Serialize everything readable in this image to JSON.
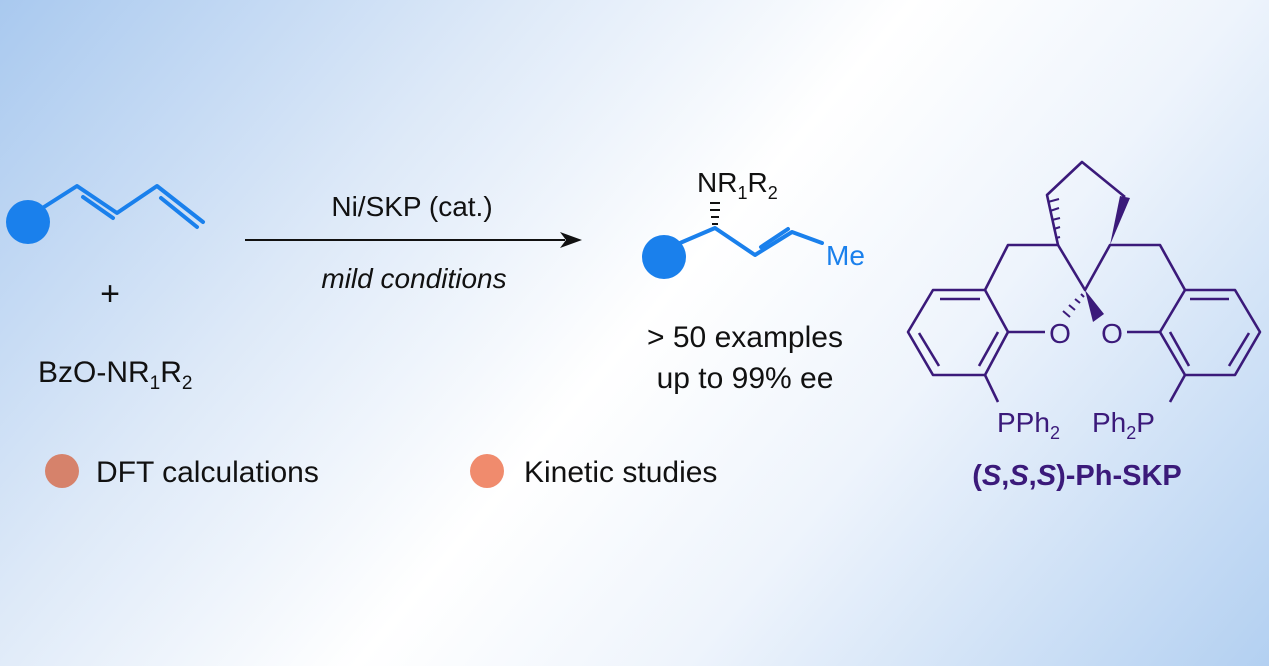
{
  "reaction": {
    "reagent_label": "BzO-NR1R2",
    "reagent_parts": {
      "main": "BzO-NR",
      "sub1": "1",
      "r": "R",
      "sub2": "2"
    },
    "plus": "+",
    "catalyst": "Ni/SKP (cat.)",
    "conditions": "mild conditions",
    "product_amine": {
      "main": "NR",
      "sub1": "1",
      "r": "R",
      "sub2": "2"
    },
    "product_methyl": "Me",
    "examples": "> 50 examples",
    "ee": "up to 99% ee"
  },
  "legend": [
    {
      "label": "DFT calculations",
      "color": "#d6826b"
    },
    {
      "label": "Kinetic studies",
      "color": "#f08b6d"
    }
  ],
  "ligand": {
    "oxygen": "O",
    "left_p": {
      "main": "PPh",
      "sub": "2"
    },
    "right_p": {
      "main": "Ph",
      "sub": "2",
      "tail": "P"
    },
    "name_parts": {
      "open": "(",
      "s1": "S",
      "c1": ",",
      "s2": "S",
      "c2": ",",
      "s3": "S",
      "close": ")-Ph-SKP"
    },
    "color": "#3b1a7a"
  },
  "colors": {
    "substrate": "#1a80ec"
  }
}
